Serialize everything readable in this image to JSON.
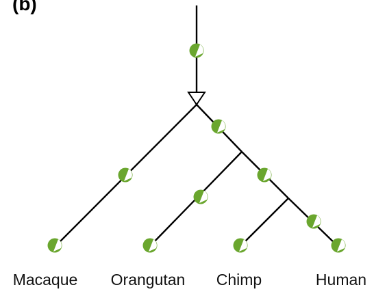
{
  "figure": {
    "panel_label": "(b)",
    "taxa": [
      "Macaque",
      "Orangutan",
      "Chimp",
      "Human"
    ]
  },
  "colors": {
    "branch": "#000000",
    "marker_fill": "#6aa62e",
    "marker_highlight": "#ffffff"
  }
}
